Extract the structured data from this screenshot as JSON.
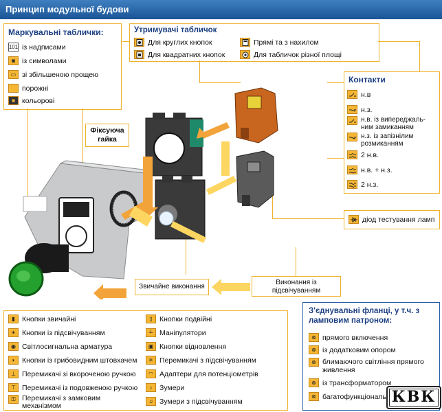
{
  "header": {
    "title": "Принцип модульної будови"
  },
  "markings": {
    "title": "Маркувальні таблички:",
    "items": [
      {
        "icon": "text-label-icon",
        "glyph": "101",
        "label": "із надписами"
      },
      {
        "icon": "symbol-label-icon",
        "glyph": "◙",
        "label": "із символами"
      },
      {
        "icon": "large-label-icon",
        "glyph": "▭",
        "label": "зі збільшеною прощею"
      },
      {
        "icon": "empty-label-icon",
        "glyph": "",
        "label": "порожні"
      },
      {
        "icon": "color-label-icon",
        "glyph": "■",
        "label": "кольорові"
      }
    ]
  },
  "holders": {
    "title": "Утримувачі табличок",
    "items": [
      {
        "icon": "round-holder-icon",
        "label": "Для круглих кнопок"
      },
      {
        "icon": "square-holder-icon",
        "label": "Для квадратних кнопок"
      },
      {
        "icon": "straight-holder-icon",
        "label": "Прямі та з нахилом"
      },
      {
        "icon": "various-holder-icon",
        "label": "Для табличок різної площі"
      }
    ]
  },
  "contacts": {
    "title": "Контакти",
    "items": [
      {
        "icon": "no-contact-icon",
        "label": "н.в"
      },
      {
        "icon": "nc-contact-icon",
        "label": "н.з."
      },
      {
        "icon": "early-contact-icon",
        "label": "н.в. із випереджаль-\nним замиканням"
      },
      {
        "icon": "late-contact-icon",
        "label": "н.з. із запізнілим\nрозмиканням"
      },
      {
        "icon": "two-no-icon",
        "label": "2 н.в."
      },
      {
        "icon": "no-nc-icon",
        "label": "н.в. + н.з."
      },
      {
        "icon": "two-nc-icon",
        "label": "2 н.з."
      }
    ]
  },
  "diode": {
    "label": "діод тестування ламп"
  },
  "callouts": {
    "fixing_nut": "Фіксуюча\nгайка",
    "standard": "Звичайне виконання",
    "illuminated": "Виконання із\nпідсвічуванням"
  },
  "devices": {
    "left": [
      {
        "icon": "pushbutton-icon",
        "label": "Кнопки звичайні"
      },
      {
        "icon": "illuminated-button-icon",
        "label": "Кнопки із підсвічуванням"
      },
      {
        "icon": "indicator-icon",
        "label": "Світлосигнальна арматура"
      },
      {
        "icon": "mushroom-button-icon",
        "label": "Кнопки із грибовидним штовхачем"
      },
      {
        "icon": "short-handle-switch-icon",
        "label": "Перемикачі зі вкороченою ручкою"
      },
      {
        "icon": "long-handle-switch-icon",
        "label": "Перемикачі із подовженою ручкою"
      },
      {
        "icon": "key-switch-icon",
        "label": "Перемикачі з замковим\nмеханізмом"
      }
    ],
    "right": [
      {
        "icon": "double-button-icon",
        "label": "Кнопки подвійні"
      },
      {
        "icon": "joystick-icon",
        "label": "Маніпулятори"
      },
      {
        "icon": "reset-button-icon",
        "label": "Кнопки відновлення"
      },
      {
        "icon": "illuminated-switch-icon",
        "label": "Перемикачі з підсвічуванням"
      },
      {
        "icon": "pot-adapter-icon",
        "label": "Адаптери для потенціометрів"
      },
      {
        "icon": "buzzer-icon",
        "label": "Зумери"
      },
      {
        "icon": "illuminated-buzzer-icon",
        "label": "Зумери з підсвічуванням"
      }
    ]
  },
  "flanges": {
    "title": "З'єднувальні фланці, у т.ч. з\nламповим патроном:",
    "items": [
      {
        "icon": "direct-flange-icon",
        "label": "прямого включення"
      },
      {
        "icon": "resistor-flange-icon",
        "label": "із додатковим опором"
      },
      {
        "icon": "flashing-flange-icon",
        "label": "блимаючого світління прямого\nживлення"
      },
      {
        "icon": "transformer-flange-icon",
        "label": "із трансформатором"
      },
      {
        "icon": "multifunction-flange-icon",
        "label": "багатофункціональні"
      }
    ]
  },
  "logo": {
    "text": "КВК"
  },
  "colors": {
    "header": "#1f5e9e",
    "accent": "#f0b12c",
    "title": "#1c3f82",
    "arrow": "#f2a43a",
    "contact_block": "#c8661f"
  }
}
